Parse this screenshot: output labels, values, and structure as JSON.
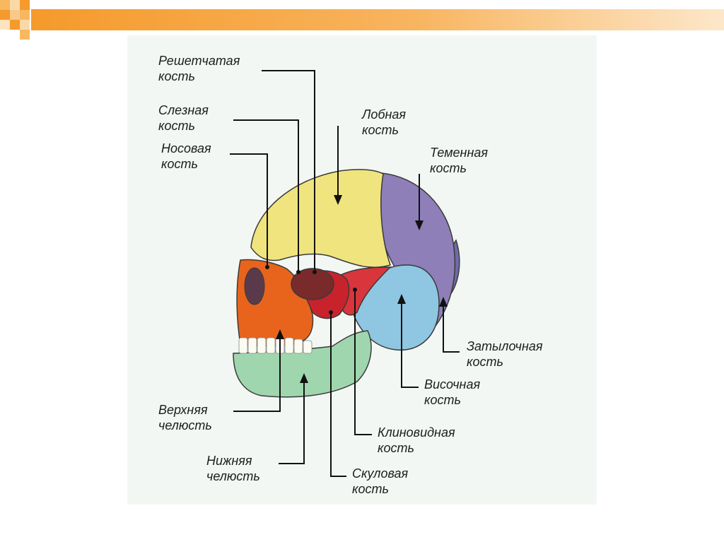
{
  "labels": {
    "ethmoid": [
      "Решетчатая",
      "кость"
    ],
    "lacrimal": [
      "Слезная",
      "кость"
    ],
    "nasal": [
      "Носовая",
      "кость"
    ],
    "frontal": [
      "Лобная",
      "кость"
    ],
    "parietal": [
      "Теменная",
      "кость"
    ],
    "occipital": [
      "Затылочная",
      "кость"
    ],
    "temporal": [
      "Височная",
      "кость"
    ],
    "sphenoid": [
      "Клиновидная",
      "кость"
    ],
    "zygomatic": [
      "Скуловая",
      "кость"
    ],
    "mandible": [
      "Нижняя",
      "челюсть"
    ],
    "maxilla": [
      "Верхняя",
      "челюсть"
    ]
  },
  "colors": {
    "banner_orange": "#f7a23a",
    "frontal": "#f0e47e",
    "parietal": "#8e7fb8",
    "temporal": "#8fc6e2",
    "occipital": "#6f6aa8",
    "sphenoid": "#d8353d",
    "zygomatic": "#c8232c",
    "maxilla": "#e8641c",
    "mandible": "#9fd6ad",
    "teeth": "#fbfbf2",
    "orbit": "#7a2a2a"
  }
}
